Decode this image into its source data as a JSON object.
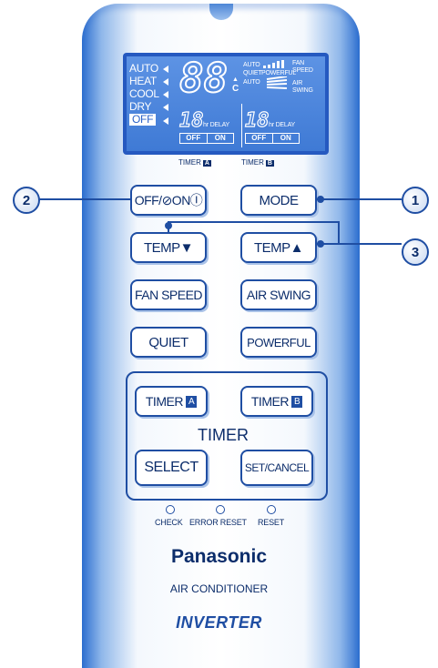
{
  "lcd": {
    "modes": [
      "AUTO",
      "HEAT",
      "COOL",
      "DRY",
      "OFF"
    ],
    "main_digits": "88",
    "unit": "C",
    "fan_auto": "AUTO",
    "quiet": "QUIET",
    "powerful": "POWERFUL",
    "swing_auto": "AUTO",
    "fan_speed": [
      "FAN",
      "SPEED"
    ],
    "air_swing": [
      "AIR",
      "SWING"
    ],
    "timer_a_digits": "18",
    "timer_b_digits": "18",
    "hr_delay": "hr DELAY",
    "off": "OFF",
    "on": "ON",
    "timer_a_label": "TIMER",
    "timer_a_badge": "A",
    "timer_b_label": "TIMER",
    "timer_b_badge": "B"
  },
  "buttons": {
    "off_on": "OFF/⊘ONⒾ",
    "mode": "MODE",
    "temp_down": "TEMP▼",
    "temp_up": "TEMP▲",
    "fan_speed": "FAN SPEED",
    "air_swing": "AIR SWING",
    "quiet": "QUIET",
    "powerful": "POWERFUL",
    "timer_a": "TIMER",
    "timer_a_badge": "A",
    "timer_b": "TIMER",
    "timer_b_badge": "B",
    "select": "SELECT",
    "set_cancel": "SET/CANCEL"
  },
  "timer_group_label": "TIMER",
  "indicators": [
    "CHECK",
    "ERROR RESET",
    "RESET"
  ],
  "brand": "Panasonic",
  "subtitle": "AIR CONDITIONER",
  "inverter": "INVERTER",
  "callouts": [
    "1",
    "2",
    "3"
  ],
  "colors": {
    "body_blue": "#2d6fd0",
    "lcd_blue": "#4a84dc",
    "text_navy": "#0c2d6b",
    "outline": "#1f4ea3"
  }
}
